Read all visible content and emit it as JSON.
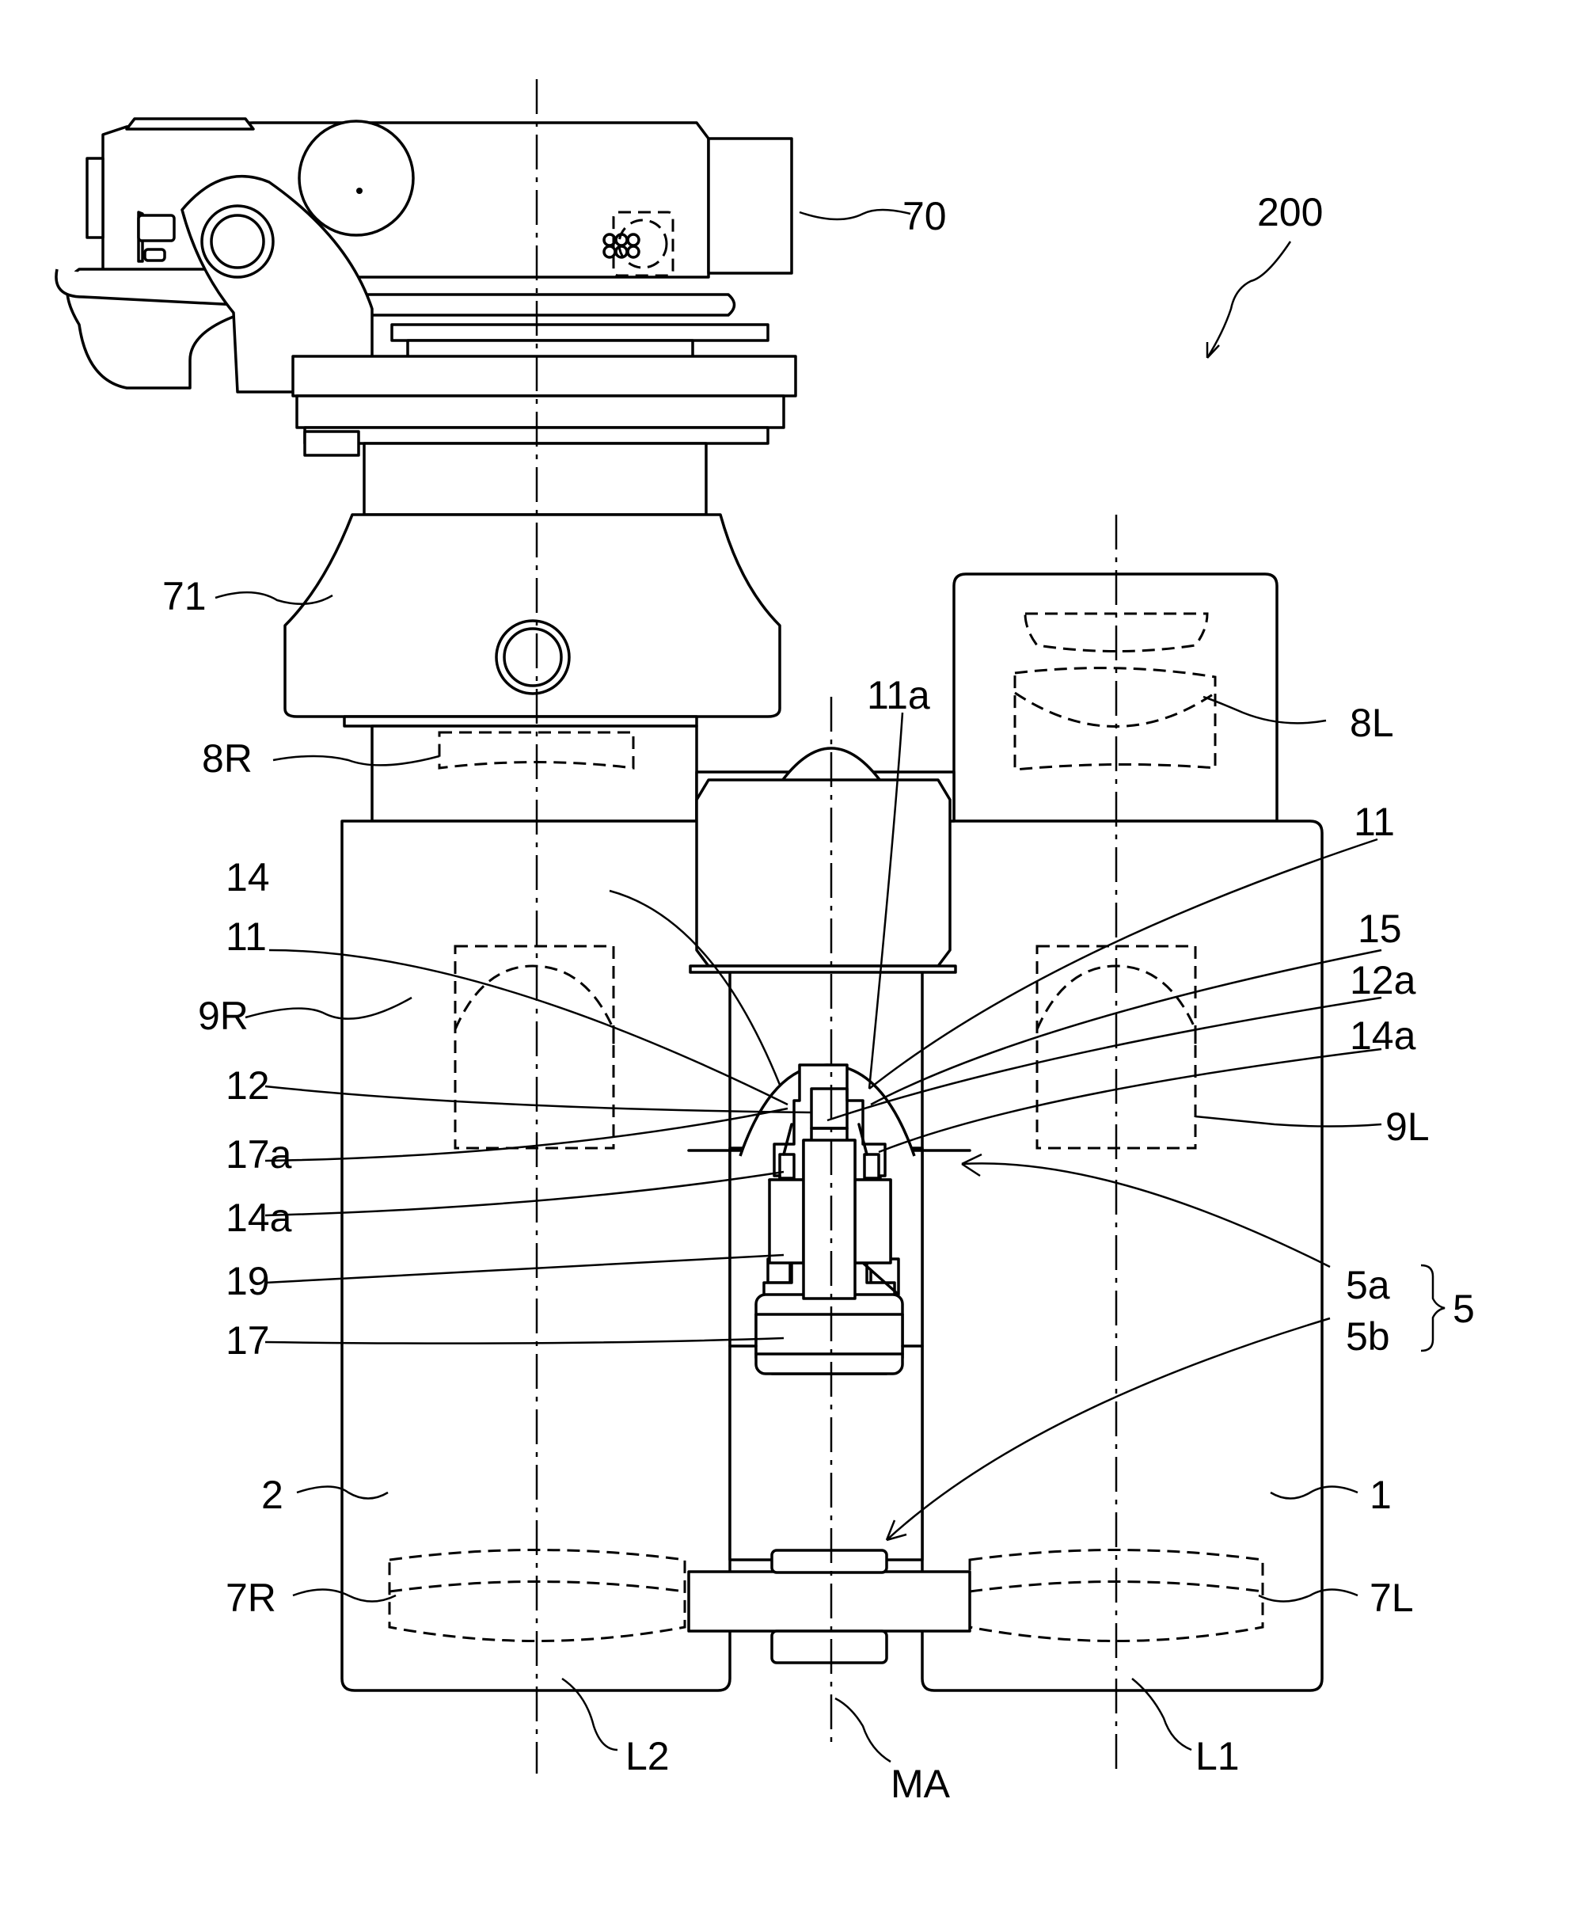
{
  "labels": {
    "l200": "200",
    "l70": "70",
    "l71": "71",
    "l8R": "8R",
    "l8L": "8L",
    "l11a": "11a",
    "l11_right": "11",
    "l14_left": "14",
    "l11_left": "11",
    "l15": "15",
    "l12a": "12a",
    "l9R": "9R",
    "l14a_right": "14a",
    "l12": "12",
    "l9L": "9L",
    "l17a": "17a",
    "l14a_left": "14a",
    "l19": "19",
    "l5a": "5a",
    "l5": "5",
    "l5b": "5b",
    "l17": "17",
    "l2": "2",
    "l1": "1",
    "l7R": "7R",
    "l7L": "7L",
    "lL2": "L2",
    "lMA": "MA",
    "lL1": "L1"
  },
  "colors": {
    "line": "#000000",
    "background": "#ffffff"
  }
}
